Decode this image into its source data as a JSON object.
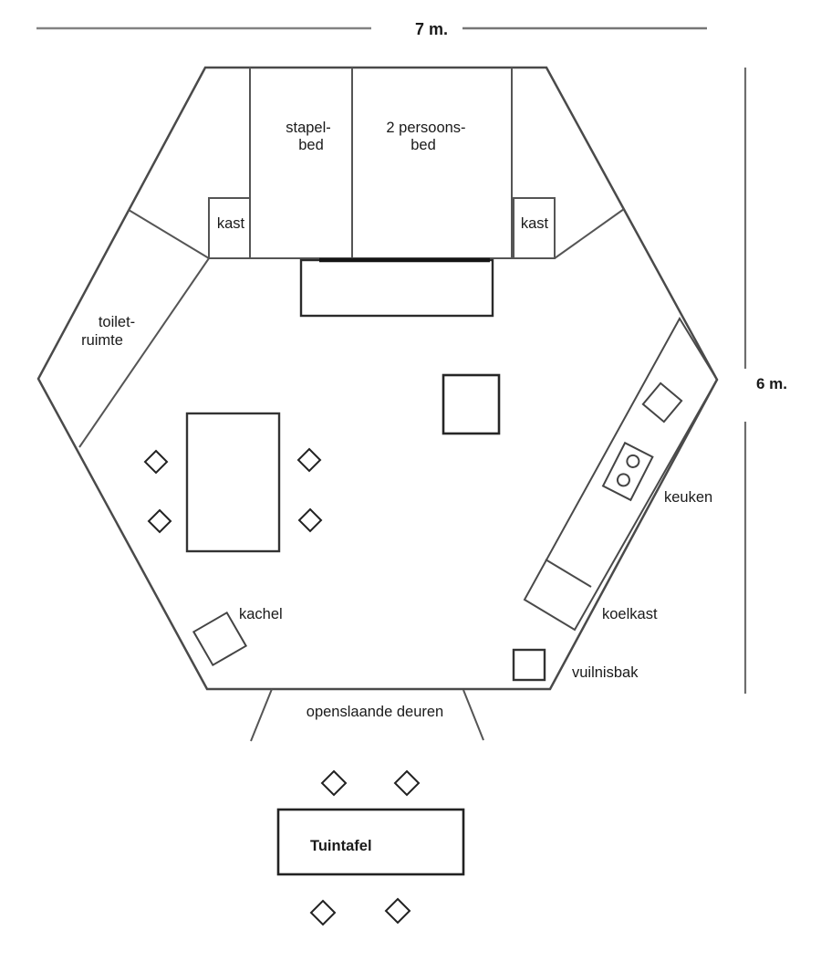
{
  "diagram": {
    "kind": "hexagonal cabin floor plan",
    "dim_width_label": "7 m.",
    "dim_height_label": "6 m."
  },
  "labels": {
    "bunk_bed_line1": "stapel-",
    "bunk_bed_line2": "bed",
    "double_bed_line1": "2 persoons-",
    "double_bed_line2": "bed",
    "closet_left": "kast",
    "closet_right": "kast",
    "toilet_line1": "toilet-",
    "toilet_line2": "ruimte",
    "kitchen": "keuken",
    "fridge": "koelkast",
    "trash_bin": "vuilnisbak",
    "heater": "kachel",
    "french_doors": "openslaande deuren",
    "garden_table": "Tuintafel"
  },
  "colors": {
    "wall": "#4a4a4a",
    "furniture": "#222222",
    "dimension_line": "#7a7a7a",
    "text": "#1a1a1a",
    "background": "#ffffff"
  }
}
